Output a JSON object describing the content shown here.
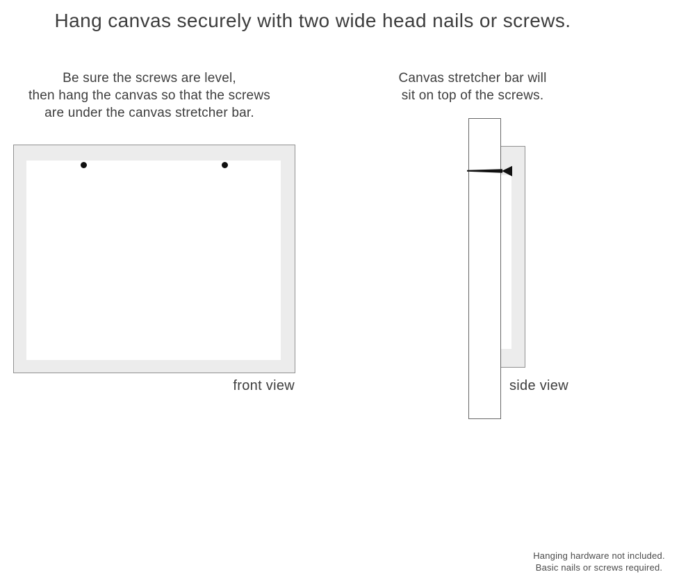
{
  "title": "Hang canvas securely with two wide head nails or screws.",
  "front_view": {
    "instruction_lines": [
      "Be sure the screws are level,",
      "then hang the canvas so that the screws",
      "are under the canvas stretcher bar."
    ],
    "label": "front view",
    "screw_count": 2
  },
  "side_view": {
    "instruction_lines": [
      "Canvas stretcher bar will",
      "sit on top of the screws."
    ],
    "label": "side view"
  },
  "footnote": {
    "lines": [
      "Hanging hardware not included.",
      "Basic nails or screws required."
    ]
  },
  "colors": {
    "background": "#ffffff",
    "canvas_fill": "#ececec",
    "frame_border": "#909090",
    "wall_border": "#666666",
    "nail": "#111111",
    "text_primary": "#3d3d3d",
    "text_secondary": "#4a4a4a"
  }
}
